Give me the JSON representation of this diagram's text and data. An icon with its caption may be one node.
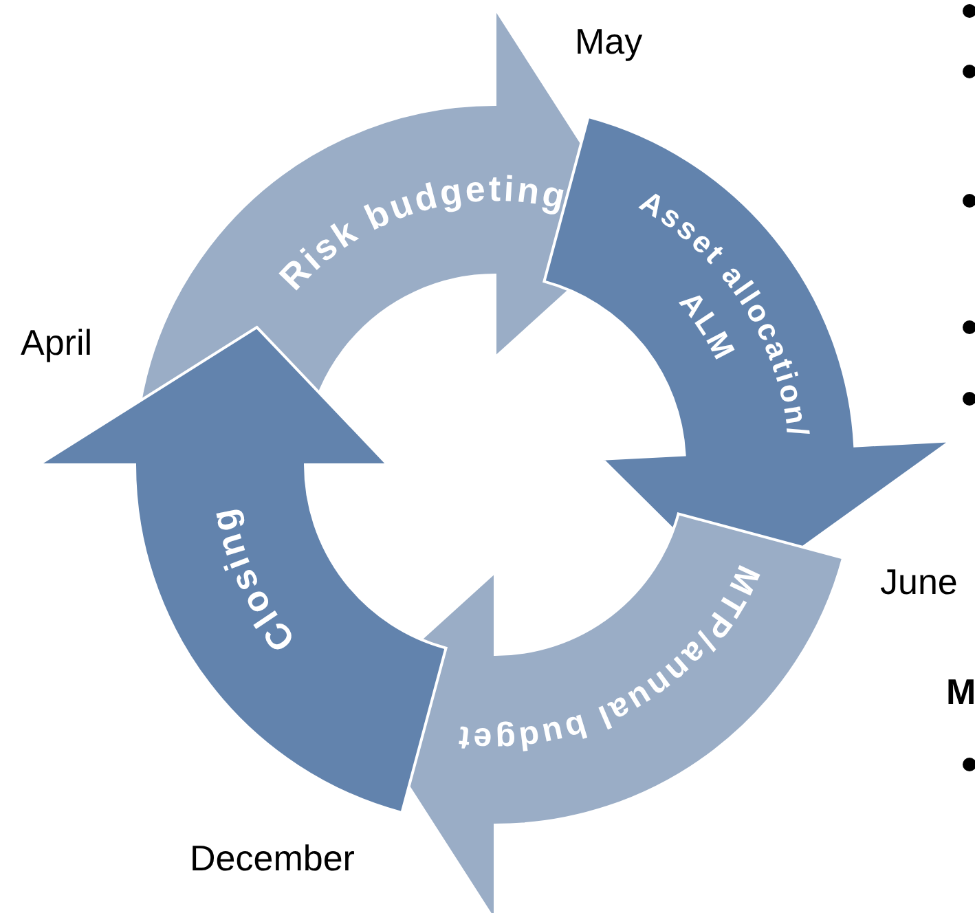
{
  "diagram": {
    "nodes": [
      {
        "text": [
          "Risk budgeting"
        ]
      },
      {
        "text": [
          "Asset allocation/ ALM"
        ]
      },
      {
        "text": [
          "MTP/annual budget"
        ]
      },
      {
        "text": [
          "Closing"
        ]
      }
    ],
    "labels": [
      "May",
      "April",
      "June",
      "M",
      "December"
    ]
  }
}
